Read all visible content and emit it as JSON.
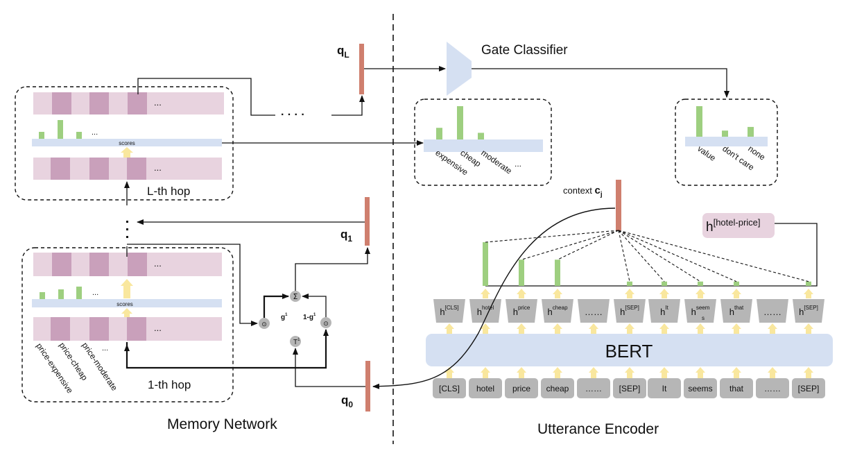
{
  "labels": {
    "memory_network": "Memory Network",
    "utterance_encoder": "Utterance Encoder",
    "gate_classifier": "Gate Classifier",
    "l_hop": "L-th hop",
    "one_hop": "1-th hop",
    "scores": "scores",
    "ellipsis": "...",
    "dots": "· · · ·",
    "bert": "BERT",
    "context": "context",
    "context_sym": "c",
    "context_sub": "j"
  },
  "queries": {
    "qL": {
      "sym": "q",
      "sub": "L"
    },
    "q1": {
      "sym": "q",
      "sub": "1"
    },
    "q0": {
      "sym": "q",
      "sub": "0"
    }
  },
  "memory_keys": [
    "price-expensive",
    "price-cheap",
    "price-moderate",
    "..."
  ],
  "gate_ops": {
    "sum": "Σ",
    "odot": "⊙",
    "g": {
      "sym": "g",
      "sup": "1"
    },
    "one_minus_g": {
      "sym": "1-g",
      "sup": "1"
    },
    "T": {
      "sym": "T",
      "sup": "1"
    }
  },
  "value_box": {
    "labels": [
      "expensive",
      "cheap",
      "moderate",
      "..."
    ],
    "values": [
      0.35,
      1.0,
      0.2
    ]
  },
  "gate_box": {
    "labels": [
      "value",
      "don't care",
      "none"
    ],
    "values": [
      1.0,
      0.2,
      0.32
    ]
  },
  "hotel_price": {
    "sym": "h",
    "sup": "[hotel-price]"
  },
  "hidden_tokens": [
    {
      "sym": "h",
      "sup": "[CLS]"
    },
    {
      "sym": "h",
      "sup": "hotel"
    },
    {
      "sym": "h",
      "sup": "price"
    },
    {
      "sym": "h",
      "sup": "cheap"
    },
    {
      "sym": "……",
      "sup": ""
    },
    {
      "sym": "h",
      "sup": "[SEP]"
    },
    {
      "sym": "h",
      "sup": "It"
    },
    {
      "sym": "h",
      "sup": "seem",
      "sup2": "s"
    },
    {
      "sym": "h",
      "sup": "that"
    },
    {
      "sym": "……",
      "sup": ""
    },
    {
      "sym": "h",
      "sup": "[SEP]"
    }
  ],
  "input_tokens": [
    "[CLS]",
    "hotel",
    "price",
    "cheap",
    "……",
    "[SEP]",
    "It",
    "seems",
    "that",
    "……",
    "[SEP]"
  ],
  "attention_values": [
    0,
    1.0,
    0.6,
    0.6,
    0,
    0.1,
    0.1,
    0.1,
    0.1,
    0,
    0.1
  ],
  "colors": {
    "pink": "#e8d3df",
    "mauve": "#c9a0bb",
    "blue": "#d5e0f2",
    "green": "#9ecf80",
    "red": "#cf7f6e",
    "yellow": "#f9e79e",
    "gray": "#b6b6b6"
  }
}
